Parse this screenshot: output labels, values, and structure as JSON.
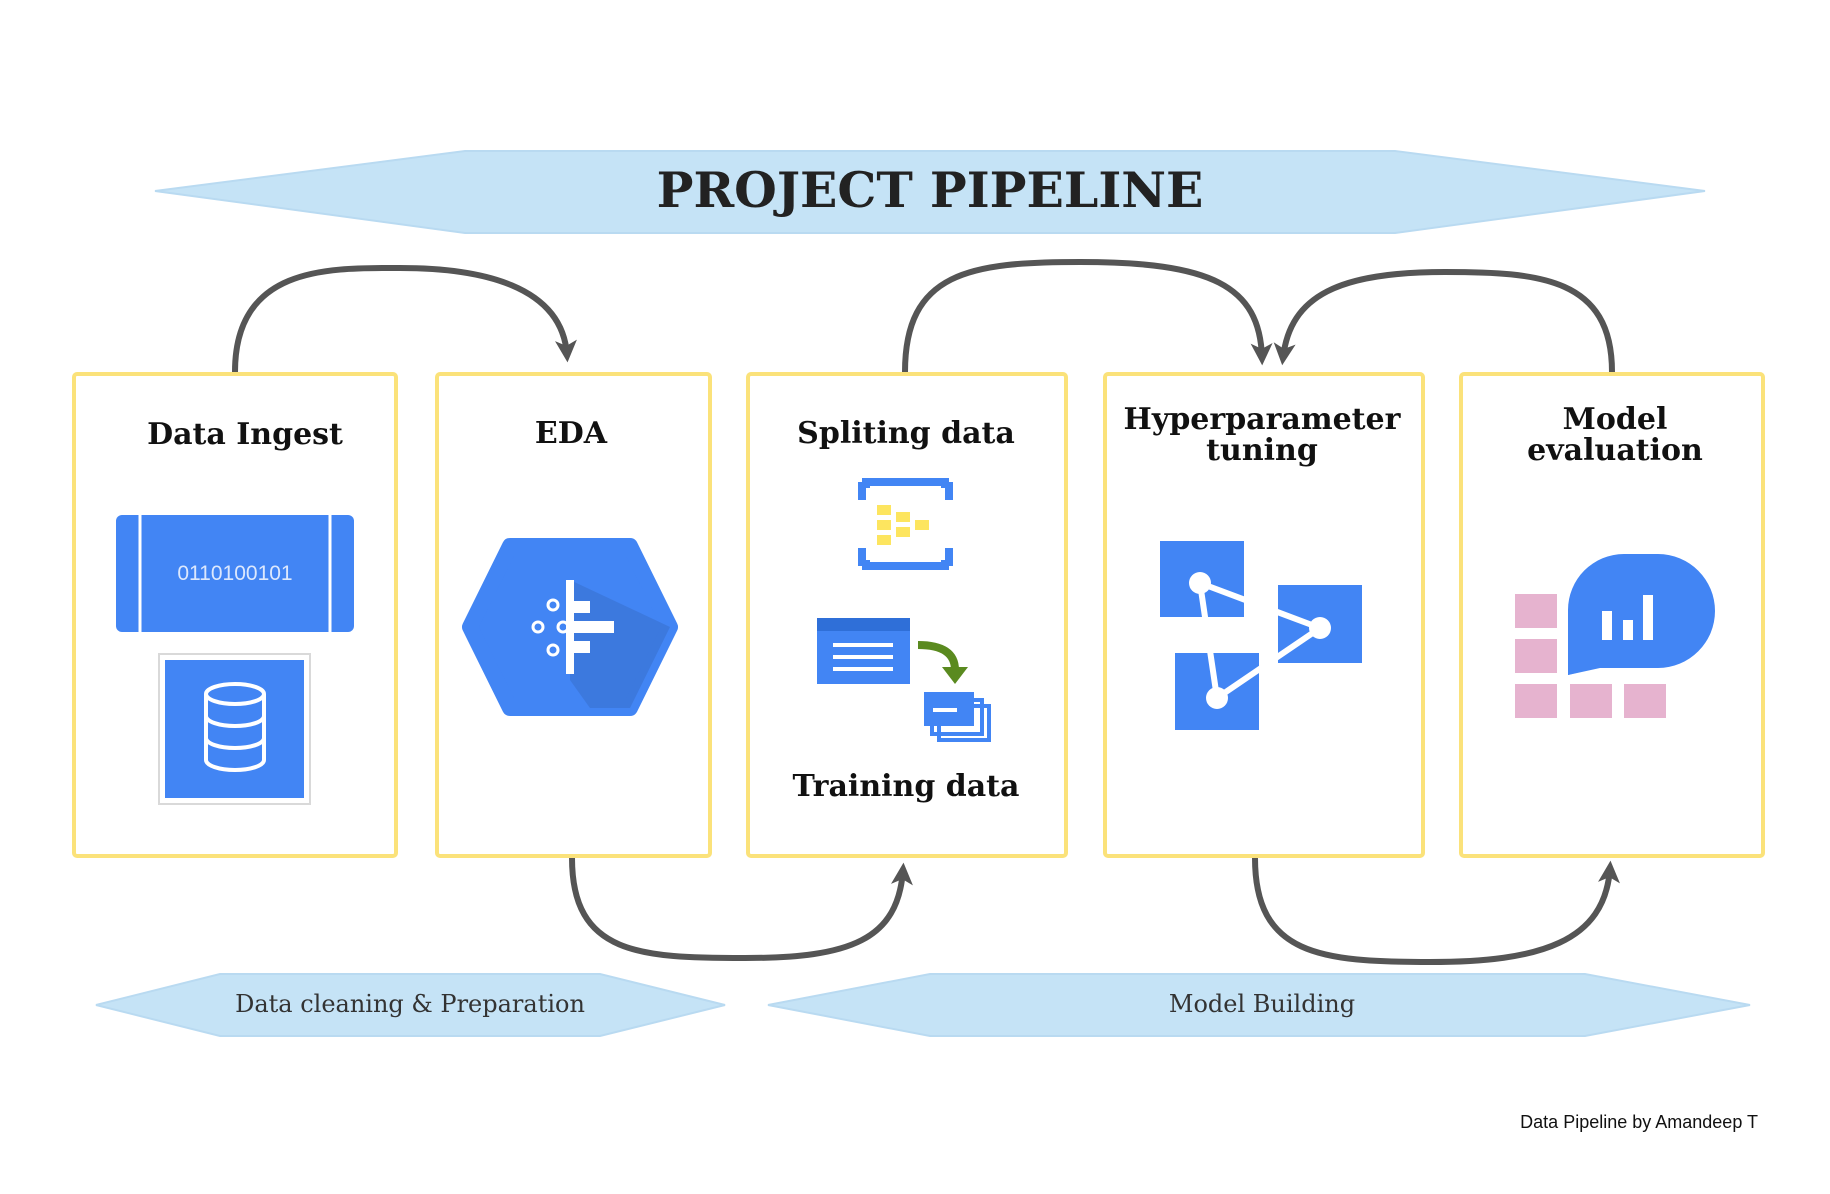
{
  "title": "PROJECT PIPELINE",
  "stages": [
    {
      "title_lines": [
        "Data Ingest"
      ],
      "icon": "pubsub-stream-icon"
    },
    {
      "title_lines": [
        "EDA"
      ],
      "icon": "dataprep-hexagon-icon"
    },
    {
      "title_lines": [
        "Spliting data"
      ],
      "secondary_title": "Training data",
      "icon": "split-data-icon"
    },
    {
      "title_lines": [
        "Hyperparameter",
        "tuning"
      ],
      "icon": "hyperparameter-network-icon"
    },
    {
      "title_lines": [
        "Model",
        "evaluation"
      ],
      "icon": "model-evaluation-icon"
    }
  ],
  "data_ingest_binary": "0110100101",
  "phase_banners": {
    "preparation": "Data cleaning & Preparation",
    "building": "Model Building"
  },
  "credit": "Data Pipeline by Amandeep T",
  "colors": {
    "banner_fill": "#c5e3f6",
    "box_border": "#fbe27a",
    "icon_blue": "#4285f4",
    "arrow": "#555555",
    "pink": "#e6b3cf",
    "yellow": "#fde55f",
    "green": "#5a8a1f"
  }
}
